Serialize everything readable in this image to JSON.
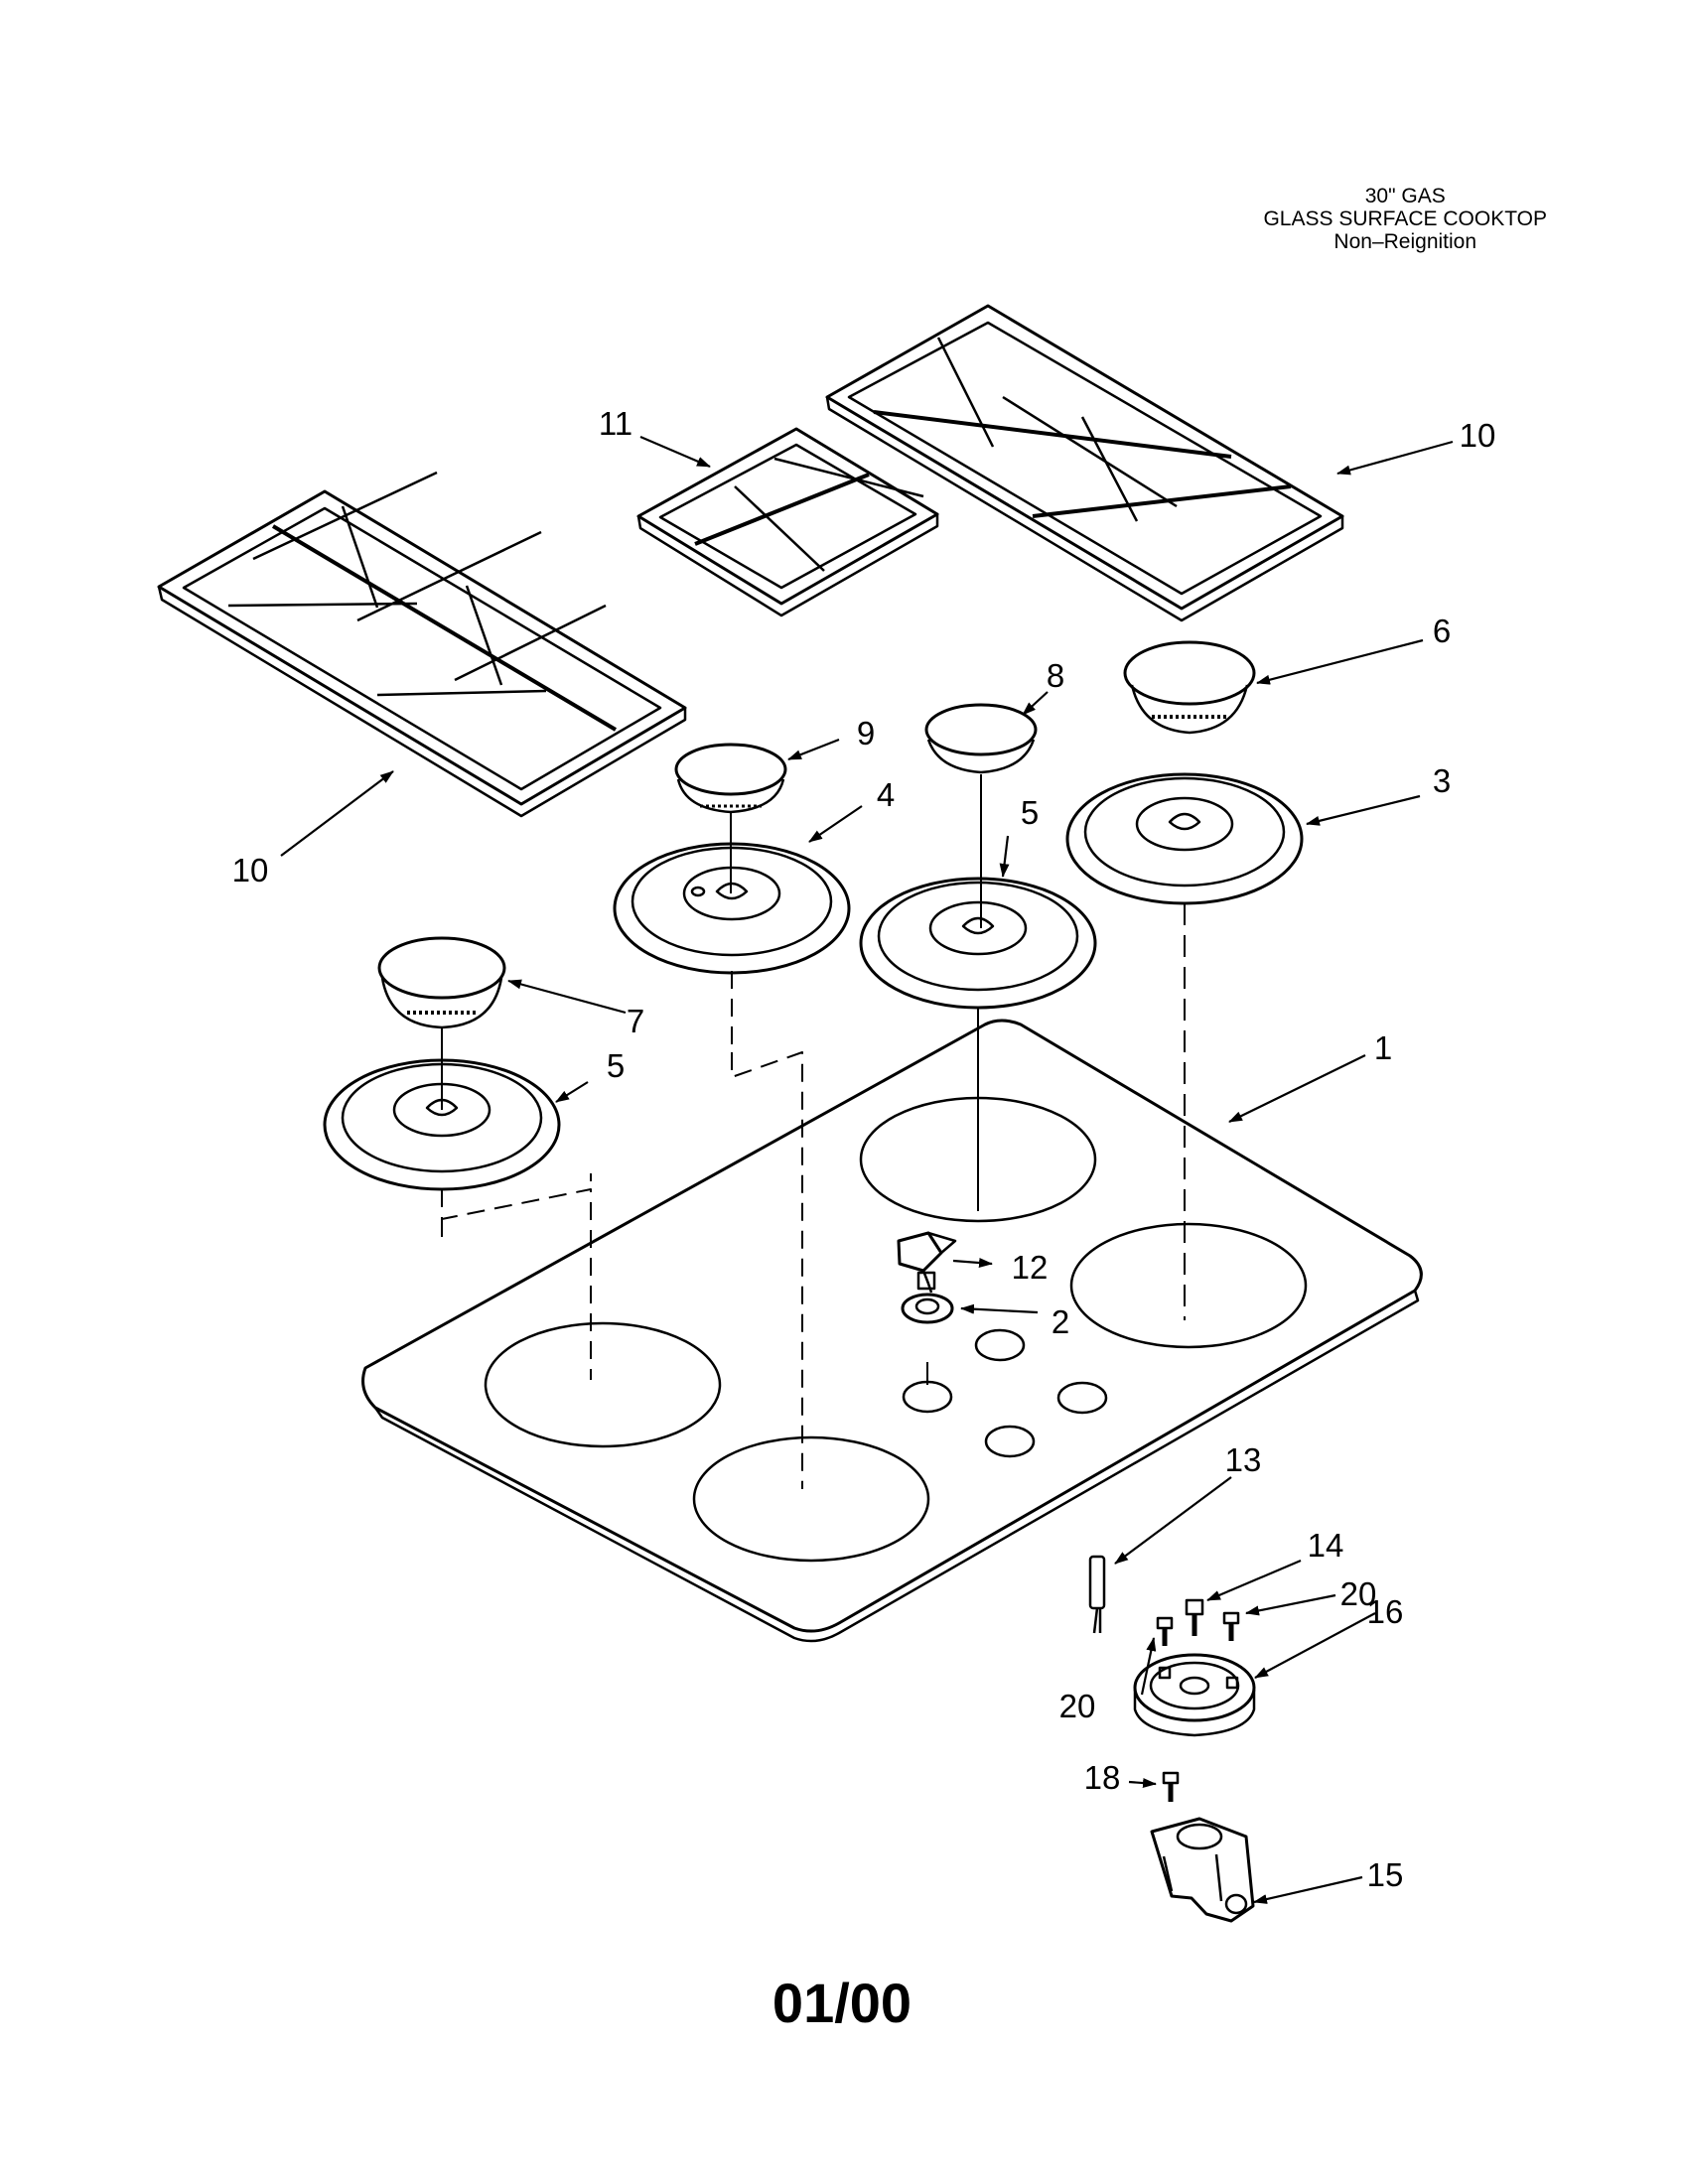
{
  "title": {
    "line1": "30\" GAS",
    "line2": "GLASS SURFACE COOKTOP",
    "line3": "Non–Reignition"
  },
  "callouts": {
    "c1": "1",
    "c2": "2",
    "c3": "3",
    "c4": "4",
    "c5a": "5",
    "c5b": "5",
    "c6": "6",
    "c7": "7",
    "c8": "8",
    "c9": "9",
    "c10a": "10",
    "c10b": "10",
    "c11": "11",
    "c12": "12",
    "c13": "13",
    "c14": "14",
    "c15": "15",
    "c16": "16",
    "c18": "18",
    "c20a": "20",
    "c20b": "20"
  },
  "footer": {
    "date_code": "01/00"
  },
  "colors": {
    "ink": "#000000",
    "paper": "#ffffff"
  }
}
